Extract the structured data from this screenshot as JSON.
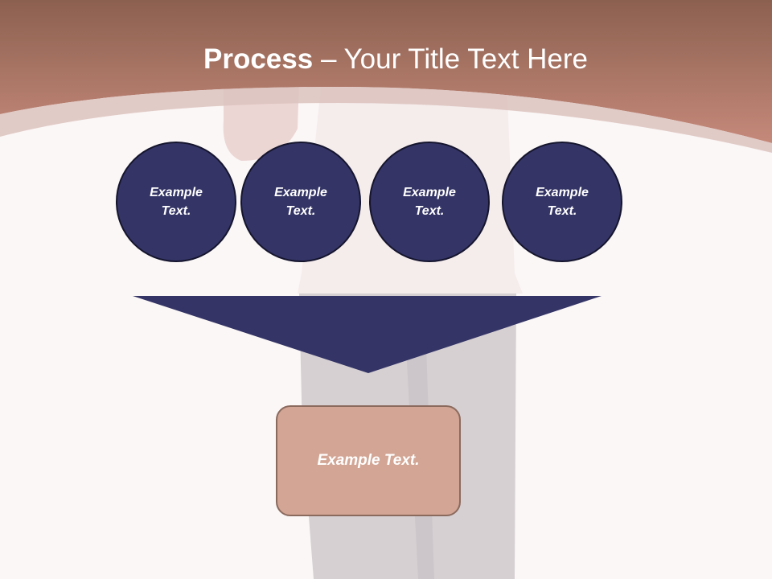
{
  "slide": {
    "title_strong": "Process",
    "title_rest": " – Your Title Text Here"
  },
  "steps": [
    {
      "label": "Example Text."
    },
    {
      "label": "Example Text."
    },
    {
      "label": "Example Text."
    },
    {
      "label": "Example Text."
    }
  ],
  "result": {
    "label": "Example Text."
  },
  "colors": {
    "header": "#b57e68",
    "circle_fill": "#343466",
    "funnel_fill": "#343466",
    "result_fill": "#d2a594",
    "background": "#fbf7f6"
  }
}
